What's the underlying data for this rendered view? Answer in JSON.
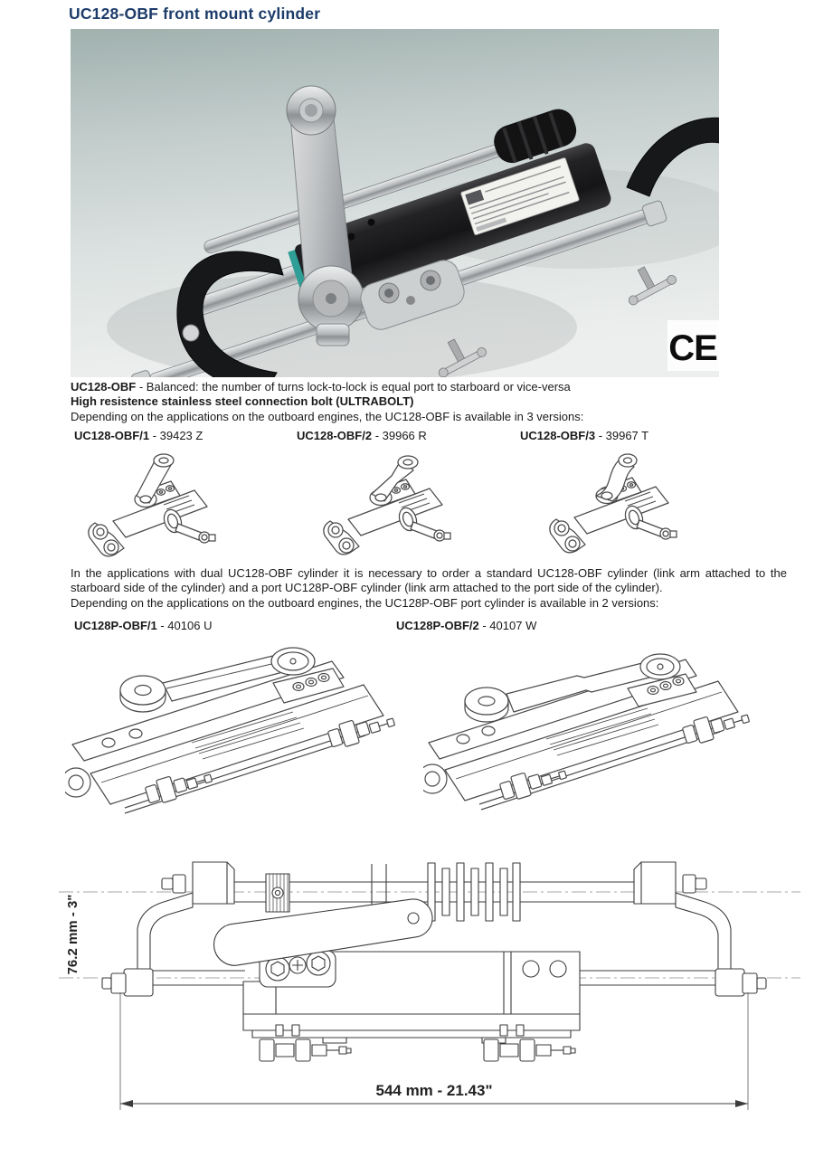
{
  "title": "UC128-OBF front mount cylinder",
  "intro": {
    "model": "UC128-OBF",
    "line1": " - Balanced: the number of turns lock-to-lock is equal port to starboard or vice-versa",
    "line2": "High resistence stainless steel connection bolt (ULTRABOLT)",
    "line3": "Depending on the applications on the outboard engines, the UC128-OBF is available in 3 versions:"
  },
  "versions": [
    {
      "model": "UC128-OBF/1",
      "code": " - 39423 Z"
    },
    {
      "model": "UC128-OBF/2",
      "code": " - 39966 R"
    },
    {
      "model": "UC128-OBF/3",
      "code": " - 39967 T"
    }
  ],
  "dual": {
    "para": "In the applications with dual UC128-OBF cylinder it is necessary to order a standard UC128-OBF cylinder (link arm attached to the starboard side of the cylinder) and a port UC128P-OBF cylinder (link arm attached to the port side of the cylinder).",
    "line": "Depending on the applications on the outboard engines, the UC128P-OBF port cylinder is available in 2 versions:"
  },
  "port_versions": [
    {
      "model": "UC128P-OBF/1",
      "code": " - 40106 U"
    },
    {
      "model": "UC128P-OBF/2",
      "code": " - 40107 W"
    }
  ],
  "photo": {
    "ce_mark": "CE"
  },
  "dimensions": {
    "height": "76.2 mm - 3\"",
    "width": "544 mm - 21.43\""
  },
  "colors": {
    "title": "#1d3c6b",
    "text": "#1a1a1a",
    "line_art": "#4a4a4a",
    "photo_bg_top": "#a0b1ae",
    "teal_ring": "#2e9e96"
  }
}
